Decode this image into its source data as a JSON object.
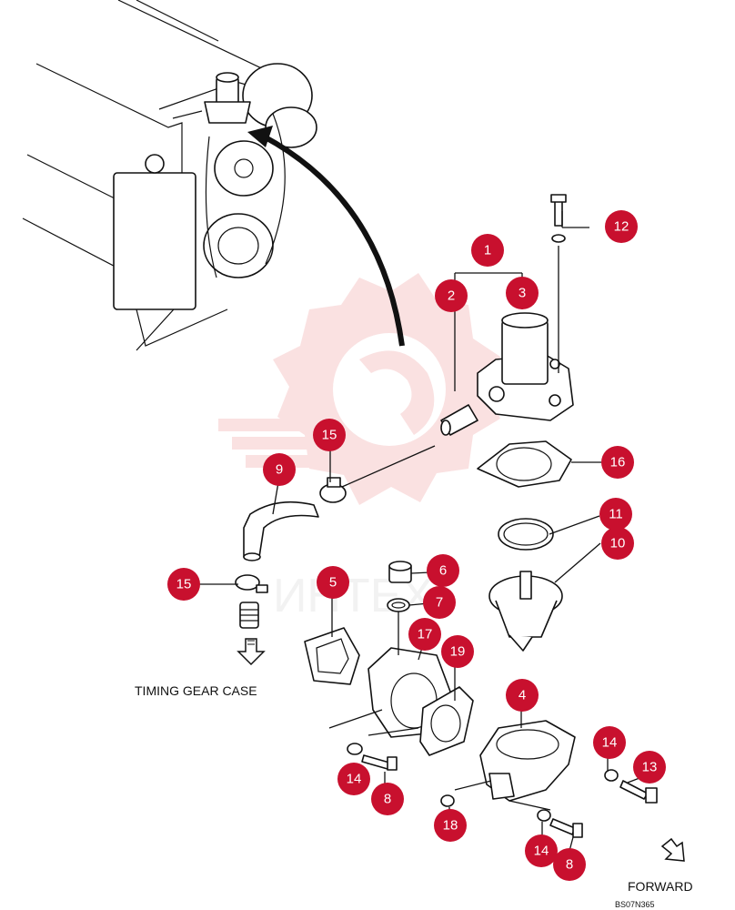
{
  "labels": {
    "timing_gear_case": "TIMING GEAR CASE",
    "forward": "FORWARD",
    "drawing_code": "BS07N365",
    "watermark_text": "ИНТЕХ"
  },
  "callouts": [
    "1",
    "2",
    "3",
    "12",
    "15",
    "16",
    "9",
    "11",
    "10",
    "15",
    "6",
    "5",
    "7",
    "17",
    "19",
    "4",
    "14",
    "13",
    "14",
    "8",
    "18",
    "14",
    "8"
  ],
  "colors": {
    "callout": "#c8102e",
    "watermark": "#f6c9c9",
    "line": "#111111"
  }
}
